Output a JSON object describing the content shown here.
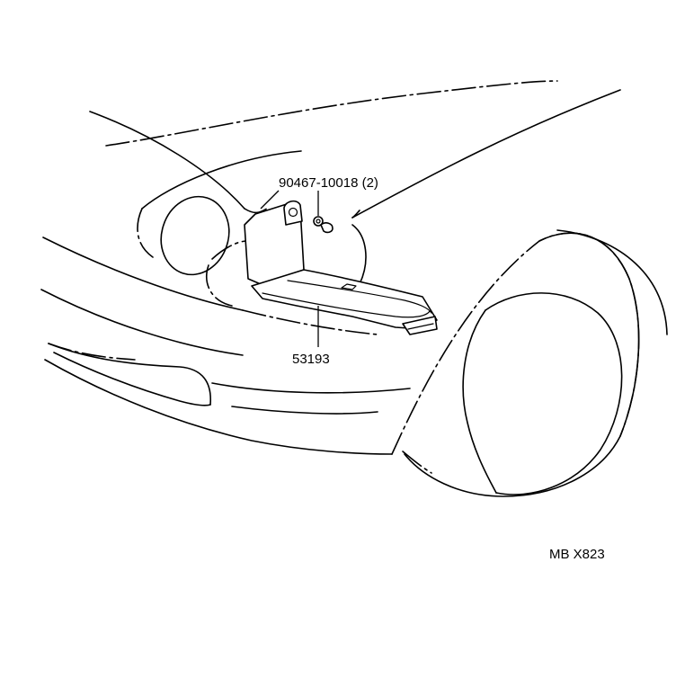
{
  "callouts": {
    "bolt_part_number": "90467-10018 (2)",
    "bracket_part_number": "53193",
    "diagram_code": "MB X823"
  },
  "colors": {
    "line": "#000000",
    "background": "#ffffff"
  }
}
